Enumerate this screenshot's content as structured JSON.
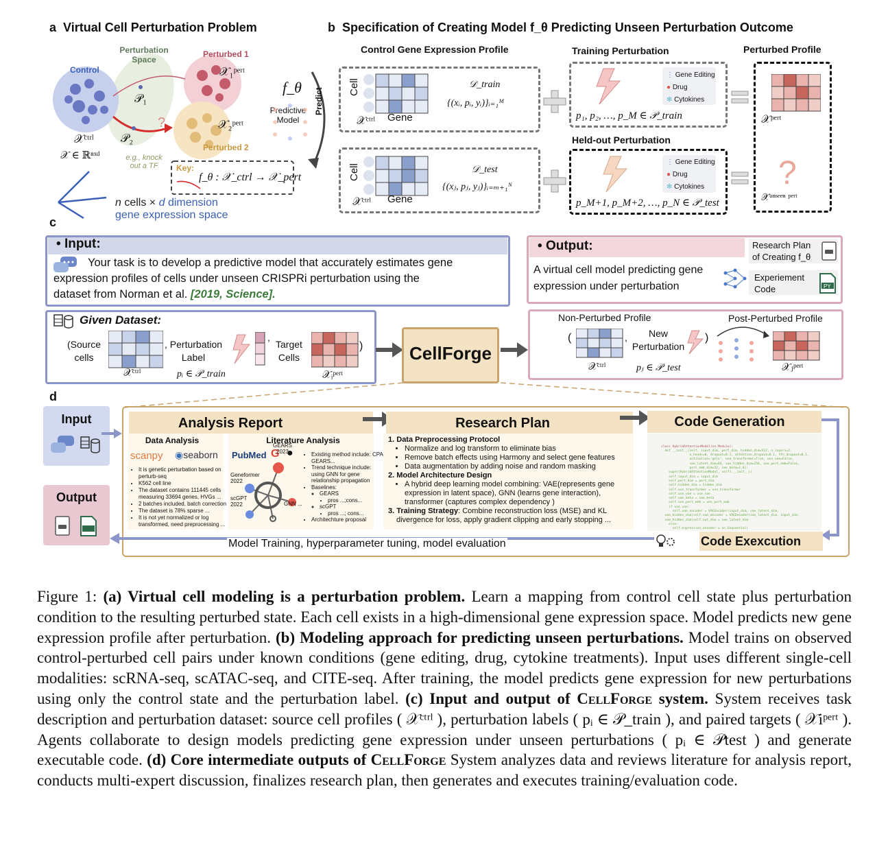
{
  "panel_a": {
    "letter": "a",
    "title": "Virtual Cell Perturbation Problem",
    "control": "Control",
    "perturbation_space_1": "Perturbation",
    "perturbation_space_2": "Space",
    "perturbed1": "Perturbed 1",
    "perturbed2": "Perturbed 2",
    "x_pert1": "𝒳₁ᵖᵉʳᵗ",
    "x_pert2": "𝒳₂ᵖᵉʳᵗ",
    "p1": "𝒫₁",
    "p2": "𝒫₂",
    "x_ctrl": "𝒳ᶜᵗʳˡ",
    "x_in_r": "𝒳 ∈ ℝⁿˣᵈ",
    "knock_1": "e.g., knock",
    "knock_2": "out a TF",
    "key_label": "Key:",
    "key_formula": "f_θ : 𝒳_ctrl → 𝒳_pert",
    "space_n": "n",
    "space_cells": " cells  ×  ",
    "space_d": "d",
    "space_dim": " dimension",
    "space_line2": "gene expression space",
    "f_theta": "f_θ",
    "predictive_1": "Predictive",
    "predictive_2": "Model",
    "predict": "Predict",
    "question": "?"
  },
  "panel_b": {
    "letter": "b",
    "title": "Specification of Creating Model f_θ Predicting Unseen Perturbation Outcome",
    "control_profile": "Control Gene Expression Profile",
    "training_perturbation": "Training Perturbation",
    "perturbed_profile": "Perturbed Profile",
    "heldout_perturbation": "Held-out Perturbation",
    "cell": "Cell",
    "gene": "Gene",
    "x_ctrl": "𝒳ᶜᵗʳˡ",
    "d_train": "𝒟_train",
    "d_train_set": "{(xᵢ, pᵢ, yᵢ)}ᵢ₌₁ᴹ",
    "d_test": "𝒟_test",
    "d_test_set": "{(xⱼ, pⱼ, yⱼ)}ᵢ₌ₘ₊₁ᴺ",
    "gene_editing": "Gene Editing",
    "drug": "Drug",
    "cytokines": "Cytokines",
    "p_train": "p₁, p₂, …, p_M ∈ 𝒫_train",
    "p_test": "p_M+1, p_M+2, …, p_N ∈ 𝒫_test",
    "x_pert": "𝒳ᵖᵉʳᵗ",
    "x_unseen": "𝒳ᵘⁿˢᵉᵉⁿ ᵖᵉʳᵗ",
    "question": "?"
  },
  "panel_c": {
    "letter": "c",
    "input_title": "Input:",
    "input_text_1": "Your task is to develop a predictive model that accurately estimates gene",
    "input_text_2": "expression profiles of cells under unseen CRISPRi perturbation using the",
    "input_text_3": "dataset from Norman et al. ",
    "input_cite": "[2019, Science].",
    "output_title": "Output:",
    "output_text_1": "A virtual cell model predicting gene",
    "output_text_2": "expression under perturbation",
    "research_plan_1": "Research Plan",
    "research_plan_2": "of Creating  f_θ",
    "experiment_1": "Experiement",
    "experiment_2": "Code",
    "given_dataset": "Given Dataset:",
    "source_1": "(Source",
    "source_2": "cells",
    "comma_pert_1": ", Perturbation",
    "comma_pert_2": "Label",
    "comma": ",",
    "target_1": "Target",
    "target_2": "Cells",
    "close_paren": ")",
    "open_paren": "(",
    "x_ctrl": "𝒳ᶜᵗʳˡ",
    "pi_train": "pᵢ ∈ 𝒫_train",
    "xi_pert": "𝒳ᵢᵖᵉʳᵗ",
    "cellforge": "CellForge",
    "non_perturbed": "Non-Perturbed Profile",
    "post_perturbed": "Post-Perturbed Profile",
    "new_1": "New",
    "new_2": "Perturbation",
    "pj_test": "pⱼ ∈ 𝒫_test",
    "xj_pert": "𝒳ⱼᵖᵉʳᵗ"
  },
  "panel_d": {
    "letter": "d",
    "input": "Input",
    "output": "Output",
    "analysis_report": "Analysis Report",
    "research_plan": "Research Plan",
    "code_generation": "Code Generation",
    "code_execution": "Code Exexcution",
    "loop_text": "Model Training, hyperparameter tuning, model evaluation",
    "data_analysis": "Data Analysis",
    "literature_analysis": "Literature Analysis",
    "scanpy": "scanpy",
    "seaborn": "seaborn",
    "pubmed": "PubMed",
    "data_items": [
      "It is genetic perturbation based on perturb-seq",
      "K562 cell line",
      "The dataset contains 111445 cells measuring 33694 genes, HVGs ...",
      "2 batches included, batch correction",
      "The dataset is 78% sparse ...",
      "It is not yet normalized or log transformed, need preprocessing ..."
    ],
    "lit_graph_labels": [
      "GEARS",
      "2023",
      "Geneformer",
      "2022",
      "scGPT",
      "2022",
      "GNN ..."
    ],
    "lit_items": {
      "existing": "Existing method include: CPA, GEARS...",
      "trend": "Trend technique include: using GNN for gene relationship propagation",
      "baselines": "Baselines:",
      "gears": "GEARS",
      "gears_sub": "pros ...;cons...",
      "scgpt": "scGPT",
      "scgpt_sub": "pros ...; cons...",
      "arch": "Architechture proposal"
    },
    "plan": {
      "h1": "Data Preprocessing Protocol",
      "h1_items": [
        "Normalize and log transform to eliminate bias",
        "Remove batch effects using Harmony and select gene features",
        "Data augmentation by adding noise and random masking"
      ],
      "h2": "Model Architecture Design",
      "h2_items": [
        "A hybrid deep learning model combining: VAE(represents gene expression in latent space), GNN (learns gene interaction), transformer (captures complex dependency )"
      ],
      "h3": "Training Strategy",
      "h3_text": ": Combine reconstruction loss (MSE) and KL divergence for loss, apply gradient clipping and early stopping ..."
    },
    "code_lines": [
      "class HybridAttentionModel(nn.Module):",
      "  def __init__(self, input_dim, pert_dim, hidden_dim=512, n_layers=2,",
      "               n_heads=8, dropout=0.1, attention_dropout=0.1, ffn_dropout=0.1,",
      "               activation='gelu', use_transformer=True, use_vae=False,",
      "               vae_latent_dim=64, vae_hidden_dim=256, use_pert_emb=False,",
      "               pert_emb_dim=32, vae_beta=1.0):",
      "    super(HybridAttentionModel, self).__init__()",
      "    self.input_dim = input_dim",
      "    self.pert_dim = pert_dim",
      "    self.hidden_dim = hidden_dim",
      "    self.use_transformer = use_transformer",
      "    self.use_vae = use_vae",
      "    self.vae_beta = vae_beta",
      "    self.use_pert_emb = use_pert_emb",
      "",
      "    if use_vae:",
      "      self.vae_encoder = VAEEncoder(input_dim, vae_latent_dim,",
      "  vae_hidden_dim)self.vae_decoder = VAEDecoder(vae_latent_dim, input_dim,",
      "  vae_hidden_dim)self.out_dim = vae_latent_dim",
      "    else:",
      "      self.expression_encoder = nn.Sequential("
    ]
  },
  "caption": {
    "fig": "Figure 1: ",
    "a_bold": "(a) Virtual cell modeling is a perturbation problem.",
    "a_text": " Learn a mapping from control cell state plus perturbation condition to the resulting perturbed state. Each cell exists in a high-dimensional gene expression space. Model predicts new gene expression profile after perturbation. ",
    "b_bold": "(b) Modeling approach for predicting unseen perturbations.",
    "b_text": " Model trains on observed control-perturbed cell pairs under known conditions (gene editing, drug, cytokine treatments). Input uses different single-cell modalities: scRNA-seq, scATAC-seq, and CITE-seq. After training, the model predicts gene expression for new perturbations using only the control state and the perturbation label. ",
    "c_bold_1": "(c) Input and output of ",
    "c_bold_sc": "CellForge",
    "c_bold_2": " system.",
    "c_text": " System receives task description and perturbation dataset: source cell profiles ( 𝒳ᶜᵗʳˡ ), perturbation labels ( pᵢ ∈ 𝒫_train ), and paired targets ( 𝒳iᵖᵉʳᵗ ). Agents collaborate to design models predicting gene expression under unseen perturbations ( pᵢ ∈ 𝒫test ) and generate executable code. ",
    "d_bold_1": "(d) Core intermediate outputs of ",
    "d_bold_sc": "CellForge",
    "d_text": " System analyzes data and reviews literature for analysis report, conducts multi-expert discussion, finalizes research plan, then generates and executes training/evaluation code."
  },
  "colors": {
    "blue": "#3b5fb8",
    "purple_box": "#8b95c9",
    "pink_box": "#d9a9b8",
    "tan": "#c8a36a",
    "tan_fill": "#f3e2c3",
    "red": "#c0392b"
  }
}
